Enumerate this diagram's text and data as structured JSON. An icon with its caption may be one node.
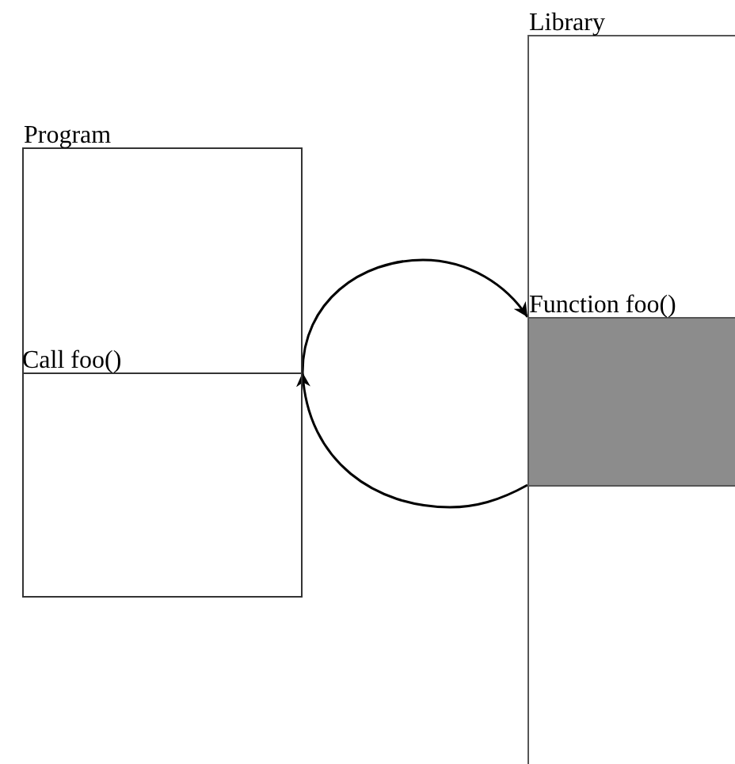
{
  "diagram": {
    "nodes": [
      {
        "text": [
          "Program"
        ]
      },
      {
        "text": [
          "Call foo()"
        ],
        "in": 0
      },
      {
        "text": [
          "Library"
        ]
      },
      {
        "text": [
          "Function foo()"
        ],
        "in": 2
      }
    ],
    "edges": [
      {
        "from": 1,
        "to": 3,
        "arrow": "to"
      },
      {
        "from": 3,
        "to": 1,
        "arrow": "to"
      }
    ]
  }
}
